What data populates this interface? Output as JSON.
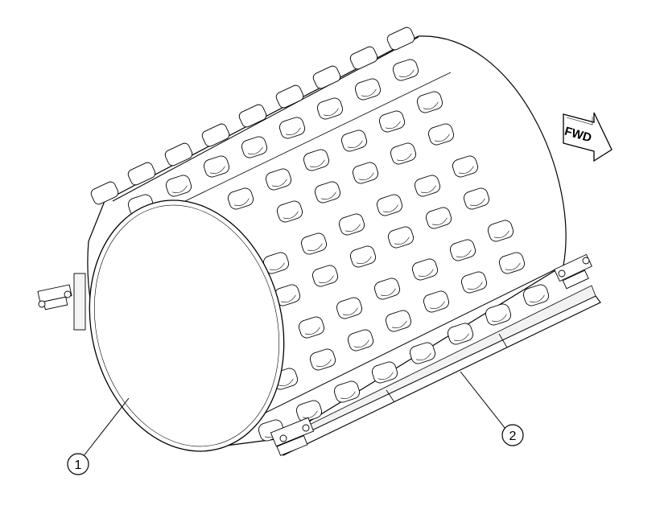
{
  "diagram": {
    "direction_label": "FWD",
    "callouts": [
      {
        "id": "callout-1",
        "label": "1"
      },
      {
        "id": "callout-2",
        "label": "2"
      }
    ],
    "colors": {
      "line": "#000000",
      "paper": "#ffffff",
      "shade": "#d9d9d9"
    }
  }
}
